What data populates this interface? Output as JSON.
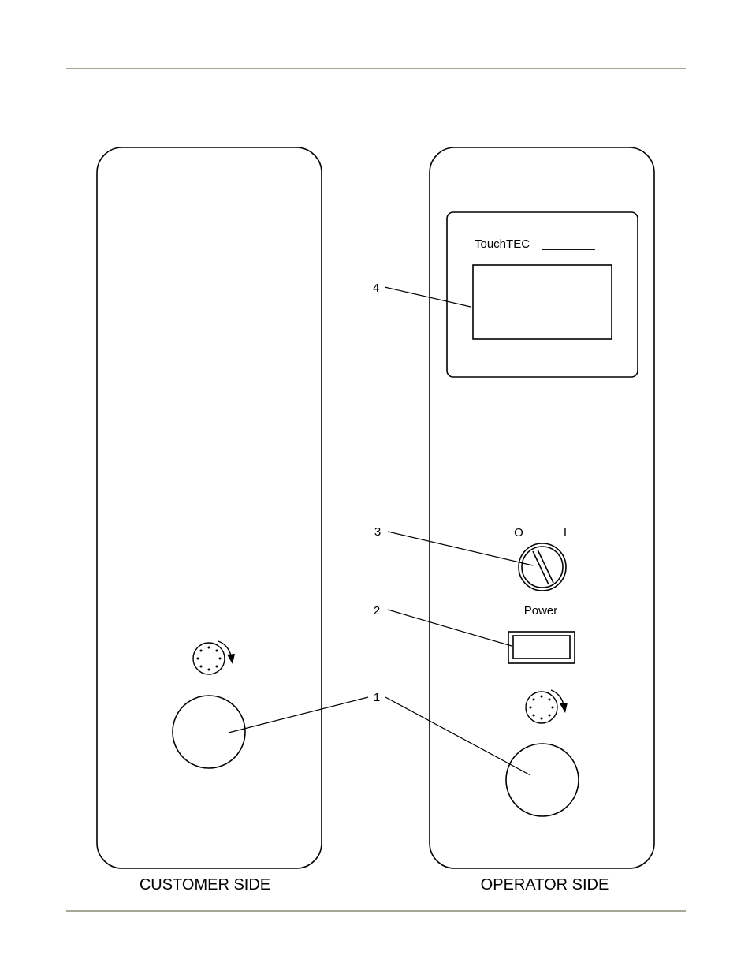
{
  "colors": {
    "rule_line": "#8a8a76",
    "outline": "#000000",
    "background": "#ffffff"
  },
  "customer_panel": {
    "caption": "CUSTOMER SIDE"
  },
  "operator_panel": {
    "caption": "OPERATOR SIDE",
    "display_brand": "TouchTEC",
    "display_name_blank": "________",
    "switch_off_symbol": "O",
    "switch_on_symbol": "I",
    "power_label": "Power"
  },
  "callouts": {
    "c1": "1",
    "c2": "2",
    "c3": "3",
    "c4": "4"
  },
  "icons": [
    "rotation-dial-icon",
    "keyswitch-icon"
  ]
}
